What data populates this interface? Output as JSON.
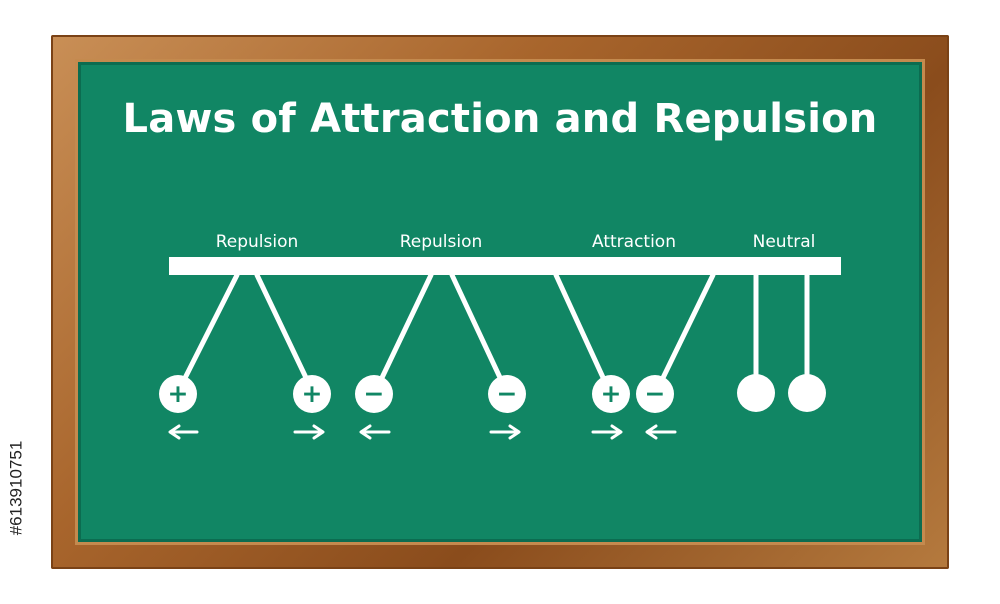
{
  "title": "Laws of Attraction and Repulsion",
  "side_id": "#613910751",
  "colors": {
    "board": "#118664",
    "chalk": "#ffffff",
    "frame": "#a8652c"
  },
  "groups": [
    {
      "label": "Repulsion",
      "left_charge": "+",
      "right_charge": "+",
      "left_arrow": "left",
      "right_arrow": "right"
    },
    {
      "label": "Repulsion",
      "left_charge": "−",
      "right_charge": "−",
      "left_arrow": "left",
      "right_arrow": "right"
    },
    {
      "label": "Attraction",
      "left_charge": "+",
      "right_charge": "−",
      "left_arrow": "right",
      "right_arrow": "left"
    },
    {
      "label": "Neutral",
      "left_charge": "",
      "right_charge": "",
      "left_arrow": "",
      "right_arrow": ""
    }
  ]
}
